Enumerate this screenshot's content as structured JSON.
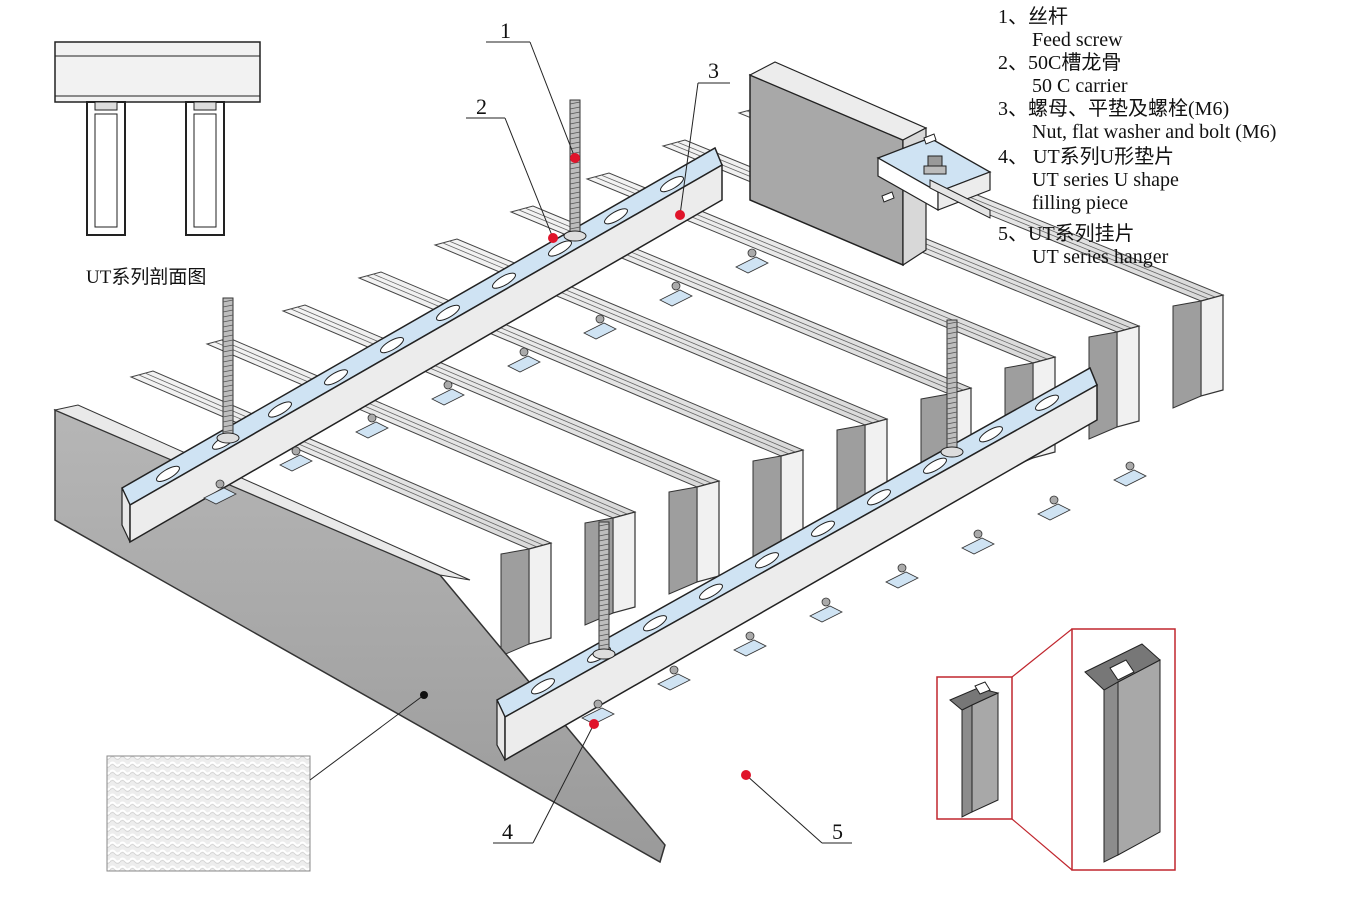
{
  "legend": [
    {
      "num": "1、",
      "zh": "丝杆",
      "en": [
        "Feed screw"
      ]
    },
    {
      "num": "2、",
      "zh": "50C槽龙骨",
      "en": [
        "50 C carrier"
      ]
    },
    {
      "num": "3、",
      "zh": "螺母、平垫及螺栓(M6)",
      "en": [
        "Nut, flat washer and bolt (M6)"
      ]
    },
    {
      "num": "4、",
      "zh": " UT系列U形垫片",
      "en": [
        "UT series U shape",
        "filling piece"
      ]
    },
    {
      "num": "5、",
      "zh": "UT系列挂片",
      "en": [
        "UT series hanger"
      ]
    }
  ],
  "section_caption": "UT系列剖面图",
  "callouts": [
    "1",
    "2",
    "3",
    "4",
    "5"
  ],
  "colors": {
    "panel_face": "#a4a4a4",
    "panel_top": "#e8e8e8",
    "carrier": "#cfe3f3",
    "callout_dot": "#e0142a",
    "detail_frame": "#c0262e"
  }
}
